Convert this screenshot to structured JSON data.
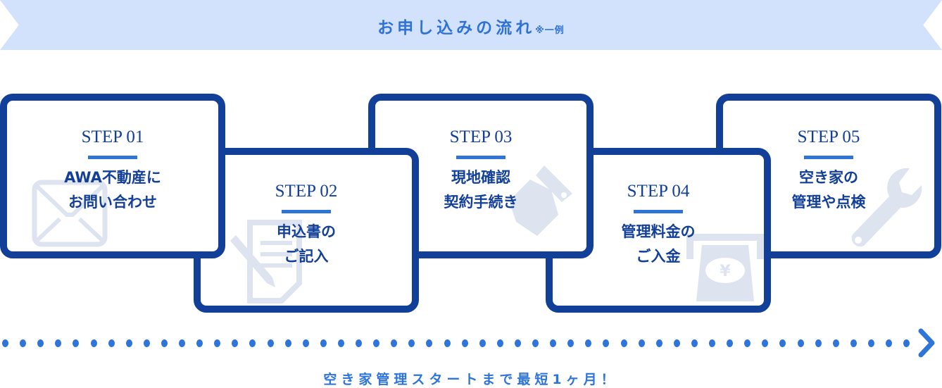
{
  "header": {
    "title": "お申し込みの流れ",
    "note": "※一例"
  },
  "steps": [
    {
      "label": "STEP 01",
      "line1": "AWA不動産に",
      "line2": "お問い合わせ",
      "icon": "envelope-icon"
    },
    {
      "label": "STEP 02",
      "line1": "申込書の",
      "line2": "ご記入",
      "icon": "document-pencil-icon"
    },
    {
      "label": "STEP 03",
      "line1": "現地確認",
      "line2": "契約手続き",
      "icon": "handshake-icon"
    },
    {
      "label": "STEP 04",
      "line1": "管理料金の",
      "line2": "ご入金",
      "icon": "payment-icon"
    },
    {
      "label": "STEP 05",
      "line1": "空き家の",
      "line2": "管理や点検",
      "icon": "wrench-icon"
    }
  ],
  "footer": {
    "text": "空き家管理スタートまで最短1ヶ月！"
  },
  "colors": {
    "primary": "#123f97",
    "accent": "#2e74d9",
    "banner": "#d2e2fd",
    "icon": "#dde3ef"
  }
}
